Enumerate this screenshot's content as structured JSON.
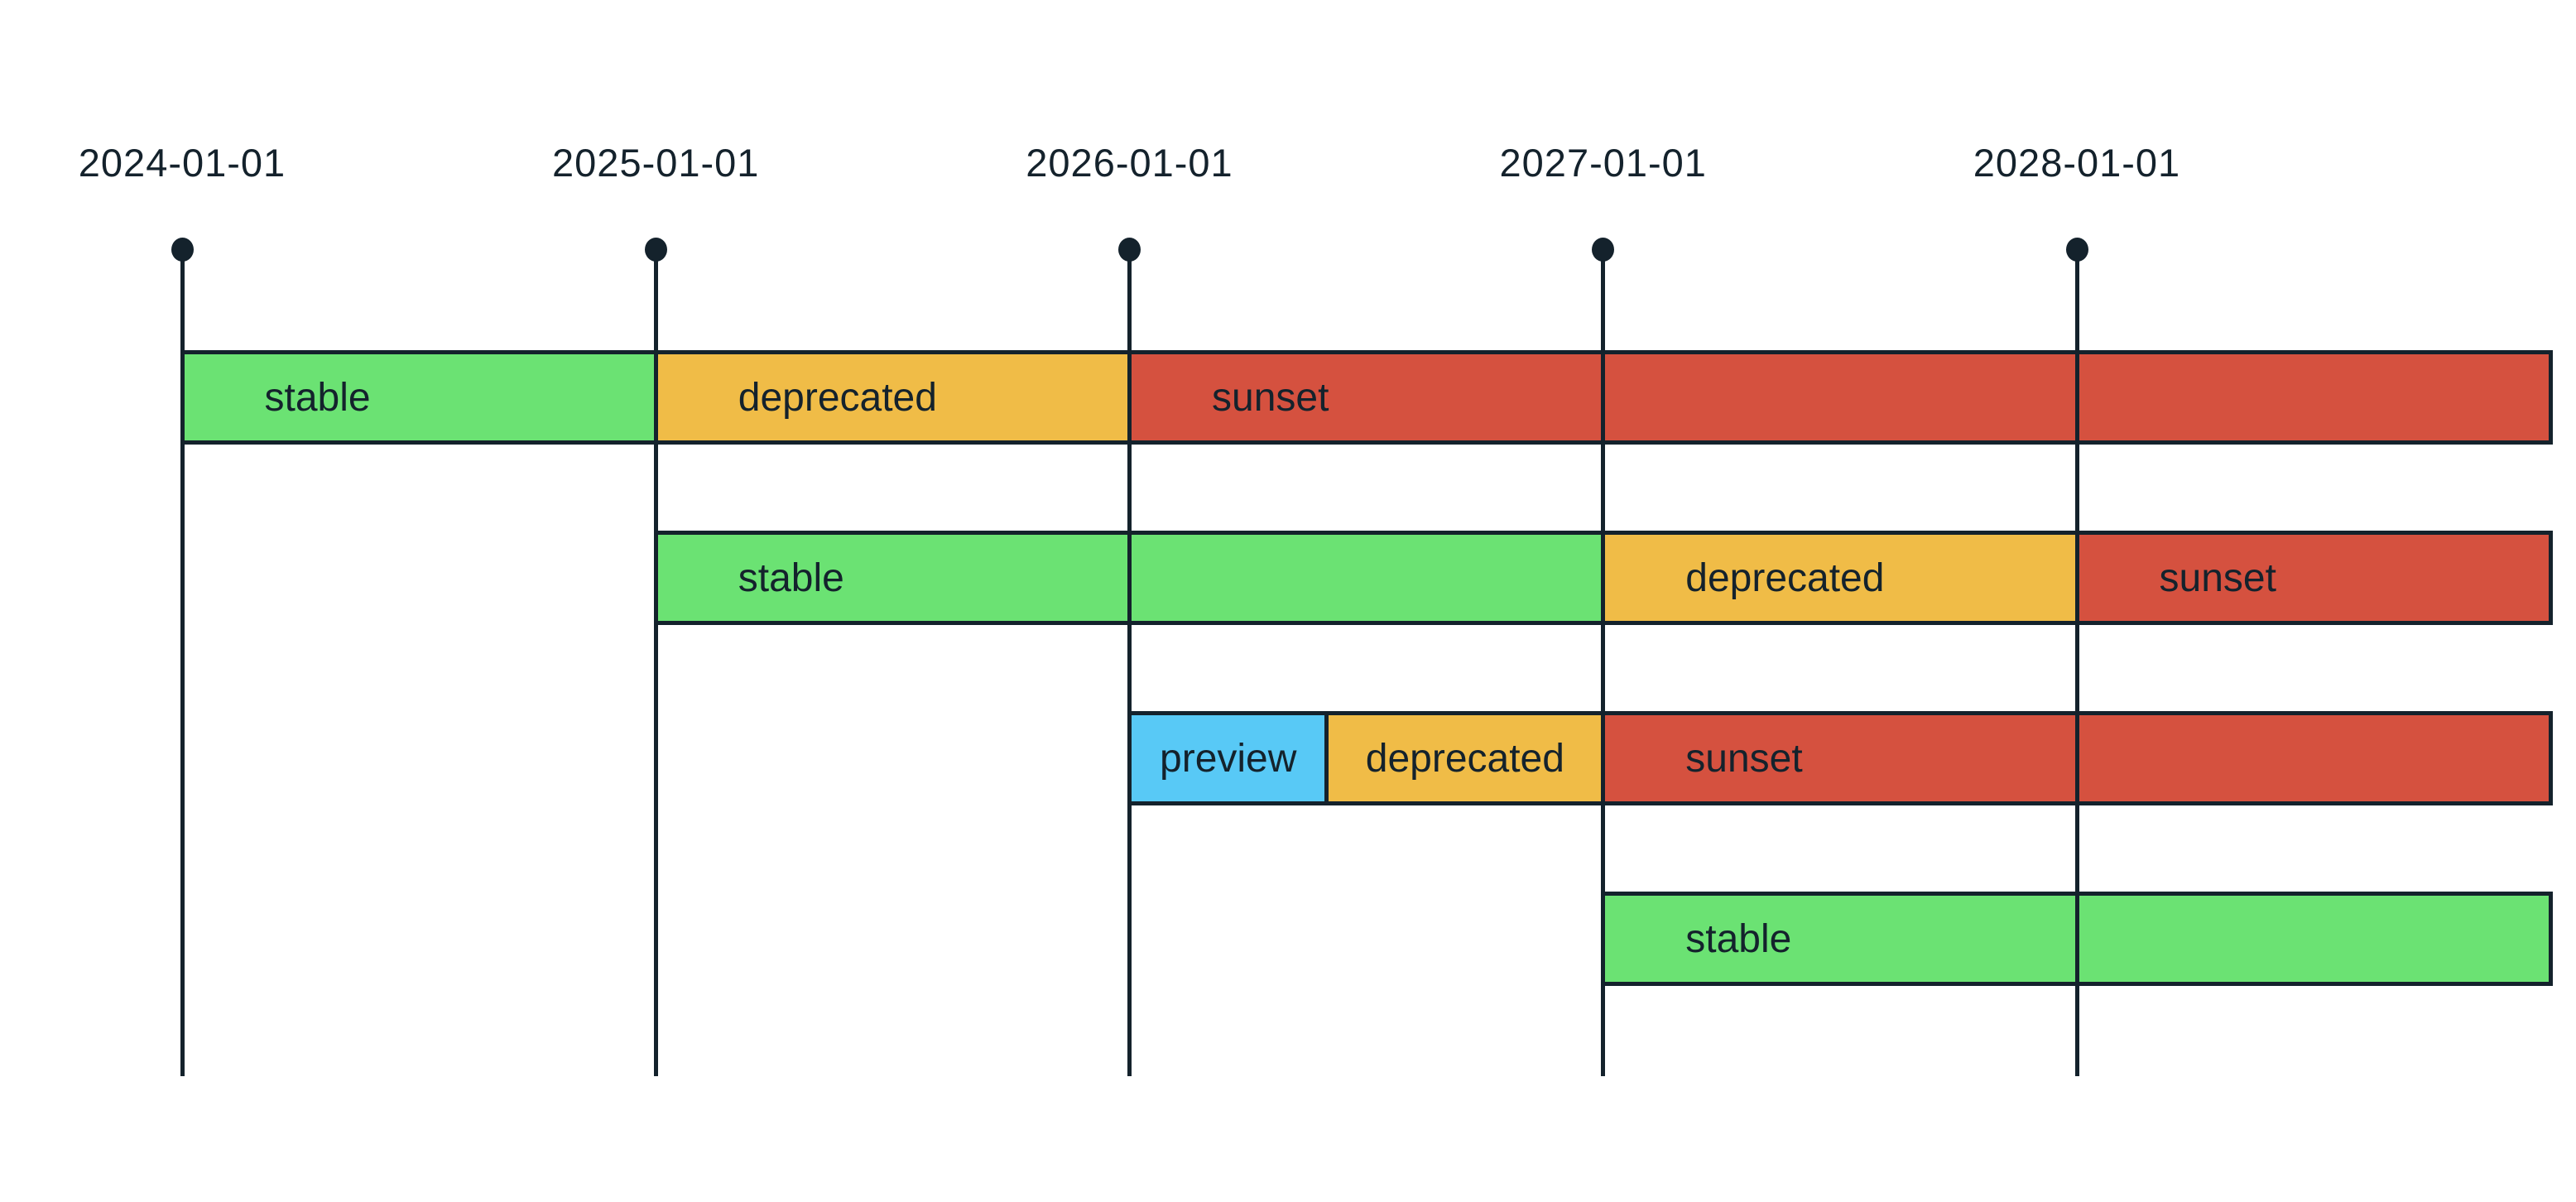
{
  "palette": {
    "stable": "#6BE273",
    "deprecated": "#F0BC47",
    "sunset": "#D5513F",
    "preview": "#58C9F6",
    "ink": "#14222C",
    "background": "#FFFFFF"
  },
  "chart_data": {
    "type": "bar",
    "subtype": "gantt-lifecycle-timeline",
    "title": "",
    "legend": "none",
    "grid": "vertical date lines with top dots",
    "x_axis": {
      "unit": "date",
      "ticks": [
        "2024-01-01",
        "2025-01-01",
        "2026-01-01",
        "2027-01-01",
        "2028-01-01"
      ],
      "range": [
        "2024-01-01",
        "2029-01-01"
      ]
    },
    "rows": [
      {
        "segments": [
          {
            "state": "stable",
            "label": "stable",
            "start": "2024-01-01",
            "end": "2025-01-01"
          },
          {
            "state": "deprecated",
            "label": "deprecated",
            "start": "2025-01-01",
            "end": "2026-01-01"
          },
          {
            "state": "sunset",
            "label": "sunset",
            "start": "2026-01-01",
            "end": "2029-01-01"
          }
        ]
      },
      {
        "segments": [
          {
            "state": "stable",
            "label": "stable",
            "start": "2025-01-01",
            "end": "2027-01-01"
          },
          {
            "state": "deprecated",
            "label": "deprecated",
            "start": "2027-01-01",
            "end": "2028-01-01"
          },
          {
            "state": "sunset",
            "label": "sunset",
            "start": "2028-01-01",
            "end": "2029-01-01"
          }
        ]
      },
      {
        "segments": [
          {
            "state": "preview",
            "label": "preview",
            "start": "2026-01-01",
            "end": "2026-06-01"
          },
          {
            "state": "deprecated",
            "label": "deprecated",
            "start": "2026-06-01",
            "end": "2027-01-01"
          },
          {
            "state": "sunset",
            "label": "sunset",
            "start": "2027-01-01",
            "end": "2029-01-01"
          }
        ]
      },
      {
        "segments": [
          {
            "state": "stable",
            "label": "stable",
            "start": "2027-01-01",
            "end": "2029-01-01"
          }
        ]
      }
    ]
  }
}
